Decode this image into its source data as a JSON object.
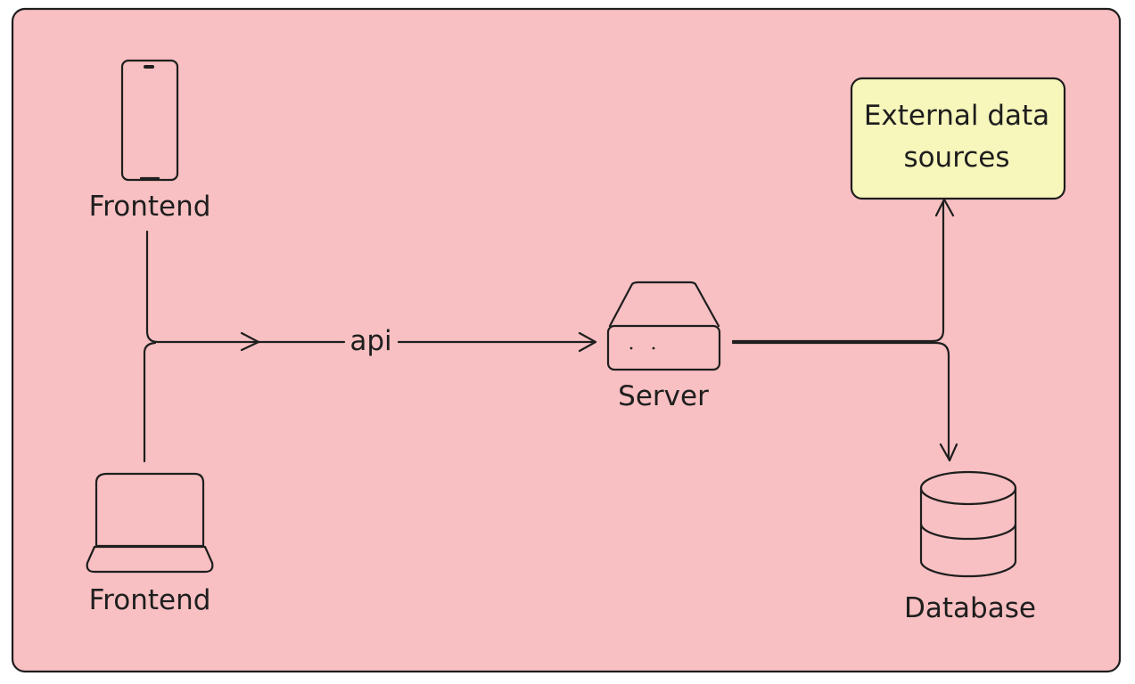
{
  "colors": {
    "canvas": "#f8c0c2",
    "stroke": "#1e1e1e",
    "external_box_fill": "#f7f6bb"
  },
  "nodes": {
    "frontend_phone": {
      "label": "Frontend",
      "icon": "mobile-phone-icon"
    },
    "frontend_laptop": {
      "label": "Frontend",
      "icon": "laptop-icon"
    },
    "server": {
      "label": "Server",
      "icon": "server-icon"
    },
    "external": {
      "line1": "External data",
      "line2": "sources"
    },
    "database": {
      "label": "Database",
      "icon": "database-icon"
    }
  },
  "edges": {
    "api_label": "api"
  }
}
